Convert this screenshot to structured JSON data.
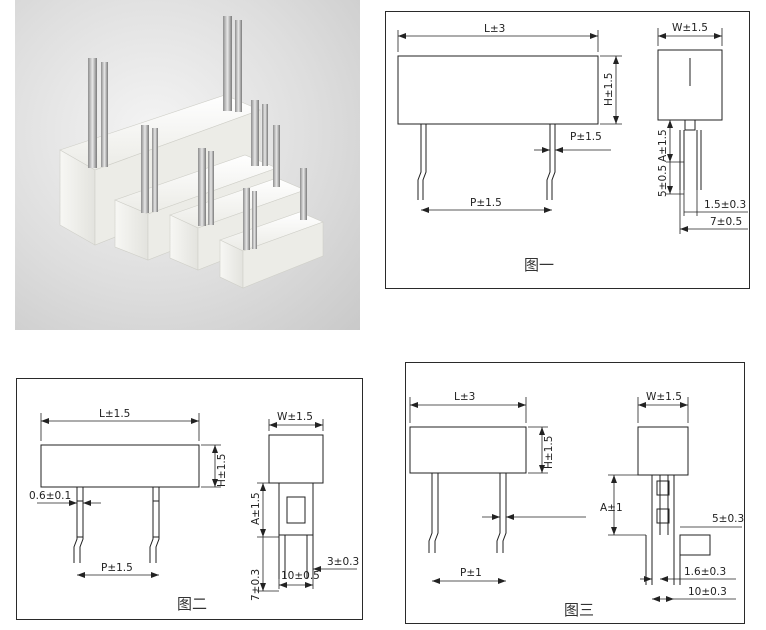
{
  "photo": {
    "icon": "ceramic-resistor-product-photo"
  },
  "fig1": {
    "caption": "图一",
    "labels": {
      "length": "L±3",
      "height": "H±1.5",
      "pitch_top": "P±1.5",
      "pitch_bottom": "P±1.5",
      "width": "W±1.5",
      "a": "A±1.5",
      "five": "5±0.5",
      "pin_d": "1.5±0.3",
      "seven": "7±0.5"
    }
  },
  "fig2": {
    "caption": "图二",
    "labels": {
      "length": "L±1.5",
      "height": "H±1.5",
      "lead": "0.6±0.1",
      "pitch": "P±1.5",
      "width": "W±1.5",
      "a": "A±1.5",
      "seven": "7±0.3",
      "ten": "10±0.5",
      "three": "3±0.3"
    }
  },
  "fig3": {
    "caption": "图三",
    "labels": {
      "length": "L±3",
      "height": "H±1.5",
      "pitch": "P±1",
      "width": "W±1.5",
      "a": "A±1",
      "five": "5±0.3",
      "pin_d": "1.6±0.3",
      "ten": "10±0.3"
    }
  }
}
